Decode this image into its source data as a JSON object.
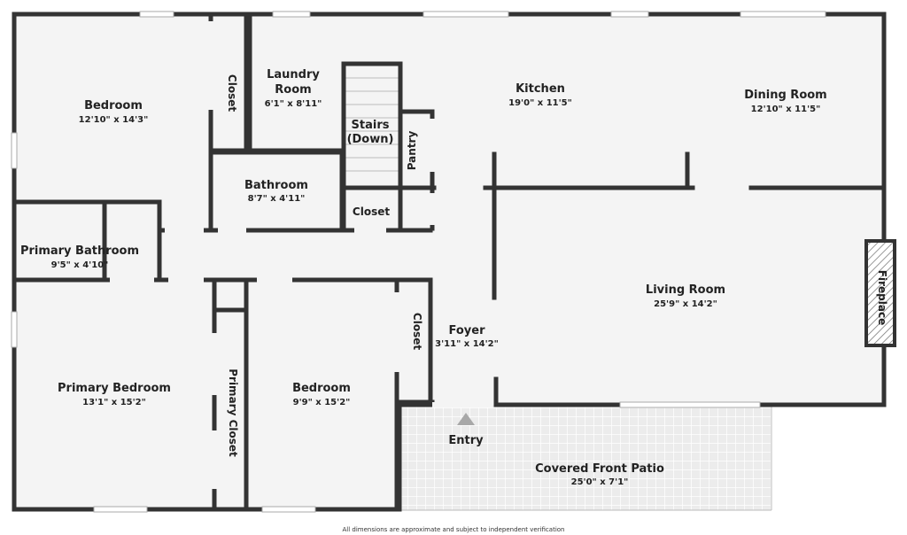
{
  "rooms": {
    "bedroom_nw": {
      "name": "Bedroom",
      "dims": "12'10\" x 14'3\""
    },
    "laundry": {
      "name_line1": "Laundry",
      "name_line2": "Room",
      "dims": "6'1\" x 8'11\""
    },
    "stairs": {
      "name_line1": "Stairs",
      "name_line2": "(Down)"
    },
    "kitchen": {
      "name": "Kitchen",
      "dims": "19'0\" x 11'5\""
    },
    "dining": {
      "name": "Dining Room",
      "dims": "12'10\" x 11'5\""
    },
    "bathroom": {
      "name": "Bathroom",
      "dims": "8'7\" x 4'11\""
    },
    "primary_bathroom": {
      "name": "Primary Bathroom",
      "dims": "9'5\" x 4'10\""
    },
    "living": {
      "name": "Living Room",
      "dims": "25'9\" x 14'2\""
    },
    "foyer": {
      "name": "Foyer",
      "dims": "3'11\" x 14'2\""
    },
    "primary_bedroom": {
      "name": "Primary Bedroom",
      "dims": "13'1\" x 15'2\""
    },
    "bedroom_s": {
      "name": "Bedroom",
      "dims": "9'9\" x 15'2\""
    },
    "patio": {
      "name": "Covered Front Patio",
      "dims": "25'0\" x 7'1\""
    }
  },
  "labels": {
    "closet": "Closet",
    "pantry": "Pantry",
    "primary_closet": "Primary Closet",
    "fireplace": "Fireplace",
    "entry": "Entry"
  },
  "footer": {
    "disclaimer": "All dimensions are approximate and subject to independent verification"
  },
  "colors": {
    "floor": "#f4f4f4",
    "wall": "#333333",
    "patio": "#ebebeb",
    "entry_arrow": "#a8a8a8"
  }
}
